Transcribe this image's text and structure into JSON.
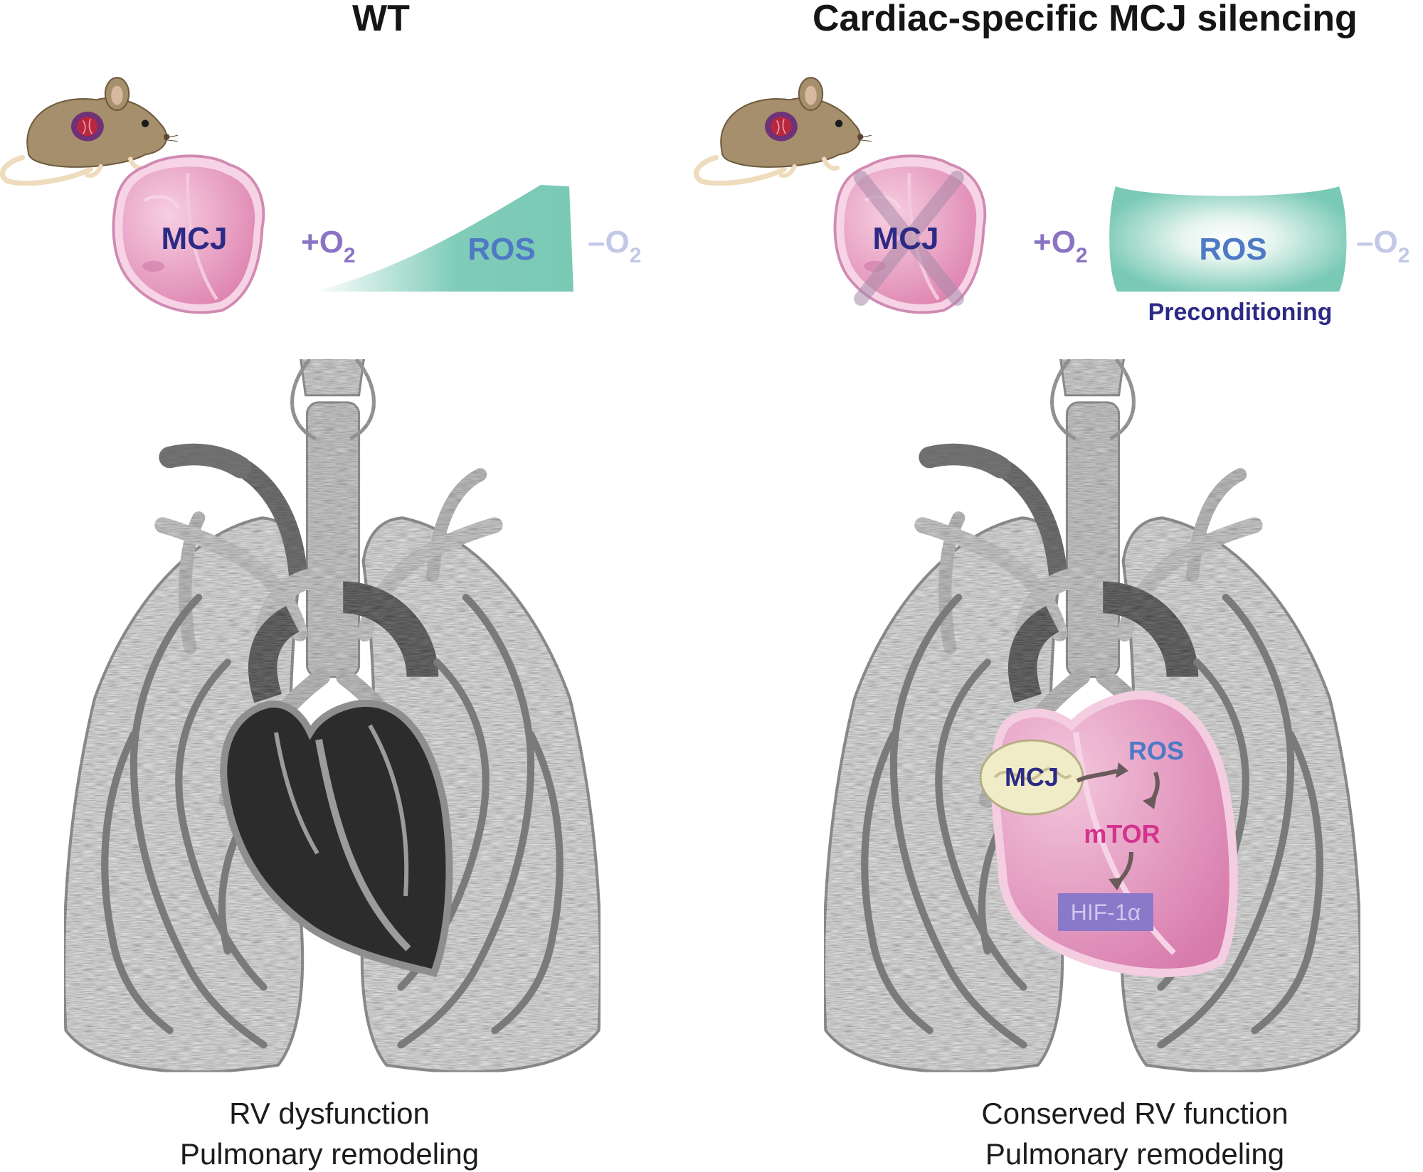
{
  "panels": [
    {
      "title": "WT",
      "heart_label": "MCJ",
      "oxygen_plus": "+O",
      "oxygen_minus": "–O",
      "subscript": "2",
      "ros_label": "ROS",
      "note": "",
      "outcome_lines": [
        "RV dysfunction",
        "Pulmonary remodeling"
      ]
    },
    {
      "title": "Cardiac-specific MCJ silencing",
      "heart_label": "MCJ",
      "oxygen_plus": "+O",
      "oxygen_minus": "–O",
      "subscript": "2",
      "ros_label": "ROS",
      "note": "Preconditioning",
      "pathway": [
        "MCJ",
        "ROS",
        "mTOR",
        "HIF-1α"
      ],
      "outcome_lines": [
        "Conserved RV function",
        "Pulmonary remodeling"
      ]
    }
  ],
  "colors": {
    "heart_pink": "#e59ac0",
    "ros_teal": "#79c9b5",
    "mcj_text": "#2c2a85",
    "ros_text": "#4e79c4",
    "mtor_text": "#d4338d",
    "oxygen_plus": "#8a73c3",
    "oxygen_minus": "#c3c8e8",
    "hif_box": "#8a78c8",
    "mouse": "#a58f6c"
  }
}
